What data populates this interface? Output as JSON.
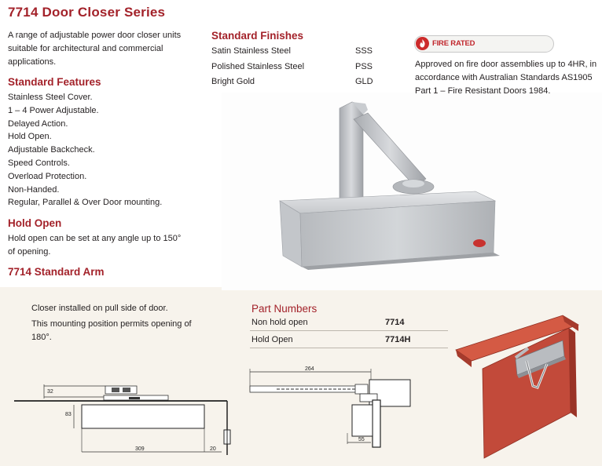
{
  "title": "7714 Door Closer Series",
  "intro": "A range of adjustable power door closer units suitable for architectural and commercial applications.",
  "features": {
    "heading": "Standard Features",
    "items": [
      "Stainless Steel Cover.",
      "1 – 4 Power Adjustable.",
      "Delayed Action.",
      "Hold Open.",
      "Adjustable Backcheck.",
      "Speed Controls.",
      "Overload Protection.",
      "Non-Handed.",
      "Regular, Parallel & Over Door mounting."
    ]
  },
  "hold_open": {
    "heading": "Hold Open",
    "text": "Hold open can be set at any angle up to 150° of opening."
  },
  "standard_arm": {
    "heading": "7714 Standard Arm",
    "note1": "Closer installed on pull side of door.",
    "note2": "This mounting position permits opening of 180°."
  },
  "finishes": {
    "heading": "Standard Finishes",
    "rows": [
      {
        "name": "Satin Stainless Steel",
        "code": "SSS"
      },
      {
        "name": "Polished Stainless Steel",
        "code": "PSS"
      },
      {
        "name": "Bright Gold",
        "code": "GLD"
      }
    ]
  },
  "fire_rated": {
    "badge": "FIRE RATED",
    "text": "Approved on fire door assemblies up to 4HR, in accordance with Australian Standards AS1905 Part 1 – Fire Resistant Doors 1984."
  },
  "part_numbers": {
    "heading": "Part Numbers",
    "rows": [
      {
        "label": "Non hold open",
        "code": "7714"
      },
      {
        "label": "Hold Open",
        "code": "7714H"
      }
    ]
  },
  "dimensions": {
    "d32": "32",
    "d83": "83",
    "d309": "309",
    "d20": "20",
    "d264": "264",
    "d55": "55"
  },
  "colors": {
    "accent_red": "#a3222a",
    "panel_beige": "#f7f3ec",
    "door_red": "#c0453a",
    "closer_silver": "#b9bcc0"
  },
  "icons": [
    "fire-icon",
    "door-closer-photo",
    "door-closer-illustration",
    "installation-diagram"
  ]
}
